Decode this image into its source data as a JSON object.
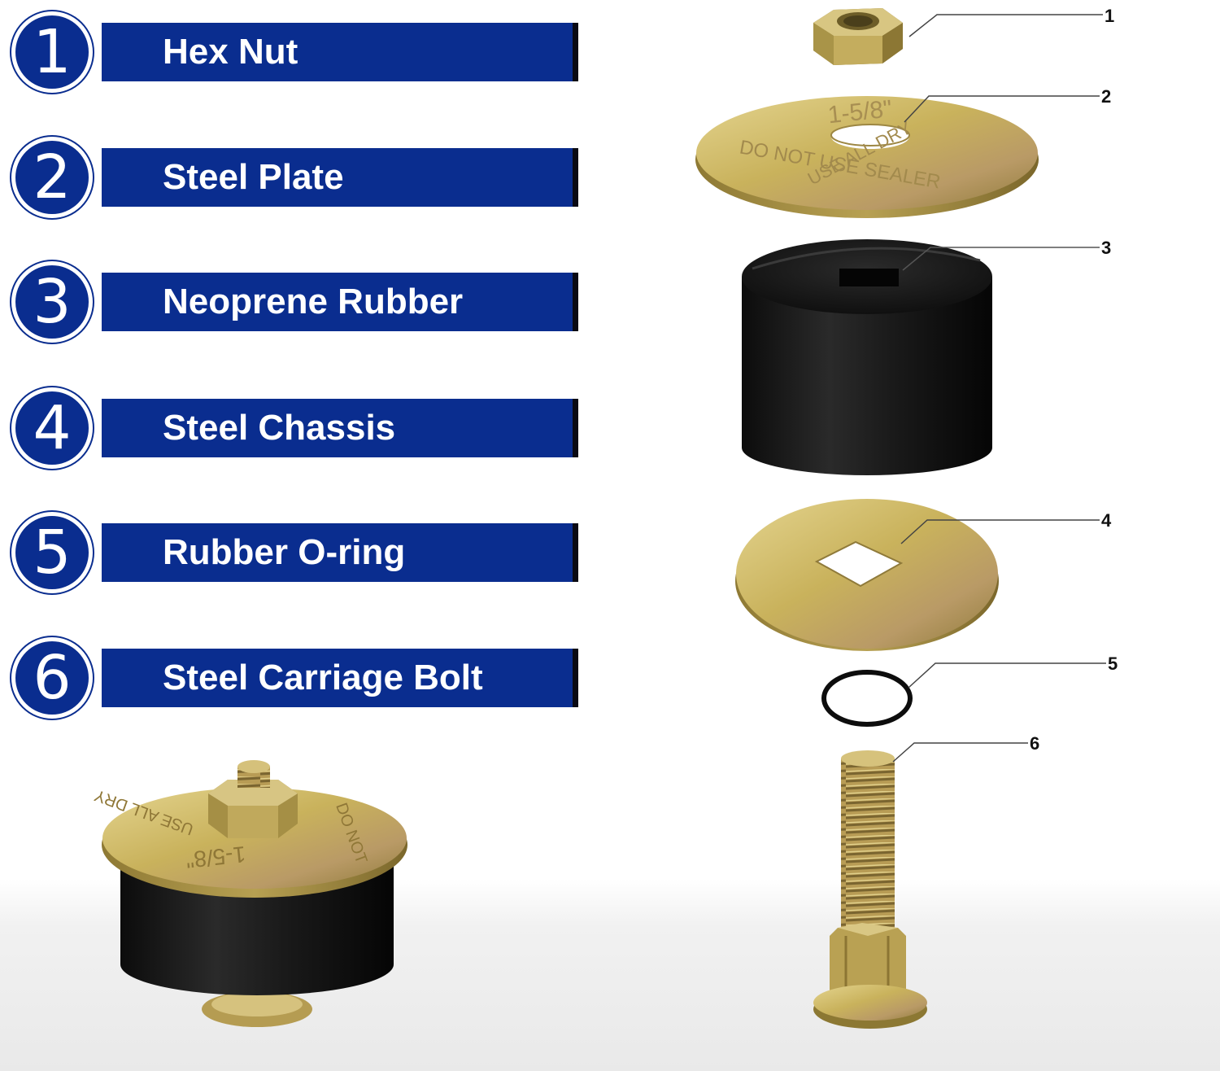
{
  "legend": [
    {
      "number": "1",
      "label": "Hex Nut"
    },
    {
      "number": "2",
      "label": "Steel Plate"
    },
    {
      "number": "3",
      "label": "Neoprene Rubber"
    },
    {
      "number": "4",
      "label": "Steel Chassis"
    },
    {
      "number": "5",
      "label": "Rubber O-ring"
    },
    {
      "number": "6",
      "label": "Steel Carriage Bolt"
    }
  ],
  "callouts": [
    "1",
    "2",
    "3",
    "4",
    "5",
    "6"
  ],
  "plate_stamp": {
    "size": "1-5/8\"",
    "line1": "USE ALL DRY",
    "line2": "DO NOT USE SEALER"
  },
  "assembled_stamp": {
    "size": "1-5/8\"",
    "line1": "DO NOT",
    "line2": "USE ALL DRY"
  },
  "colors": {
    "legend_blue": "#0a2d8f",
    "zinc_gold": "#c9b25c",
    "rubber_black": "#151515"
  }
}
